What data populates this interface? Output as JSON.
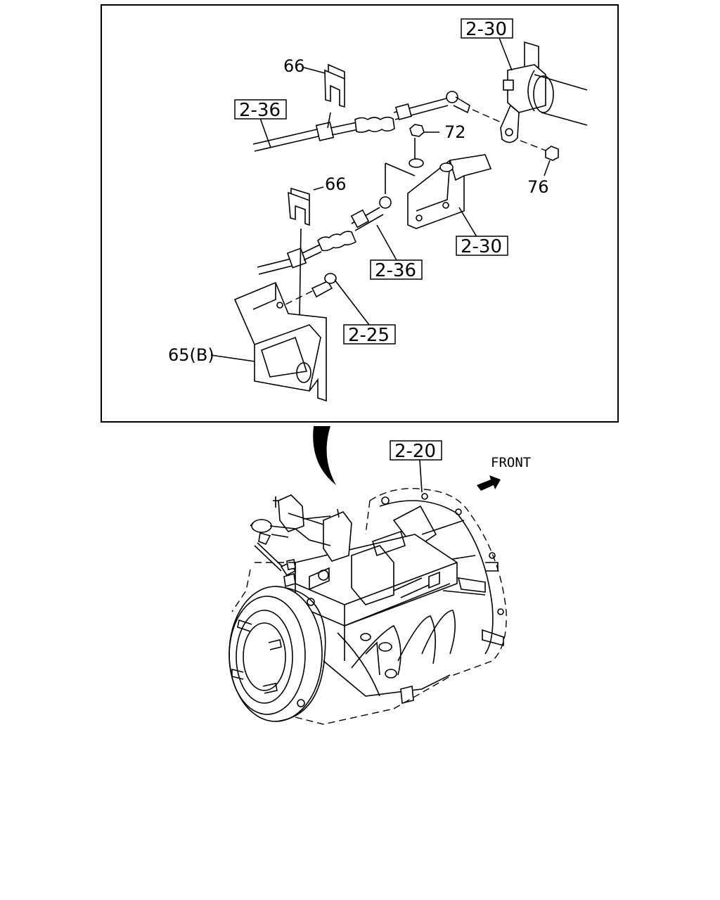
{
  "callouts": {
    "c66_top": "66",
    "c66_mid": "66",
    "c72": "72",
    "c76": "76",
    "c65b": "65(B)"
  },
  "refs": {
    "r230_top": "2-30",
    "r236_top": "2-36",
    "r236_mid": "2-36",
    "r230_mid": "2-30",
    "r225": "2-25",
    "r220": "2-20"
  },
  "direction_label": "FRONT"
}
